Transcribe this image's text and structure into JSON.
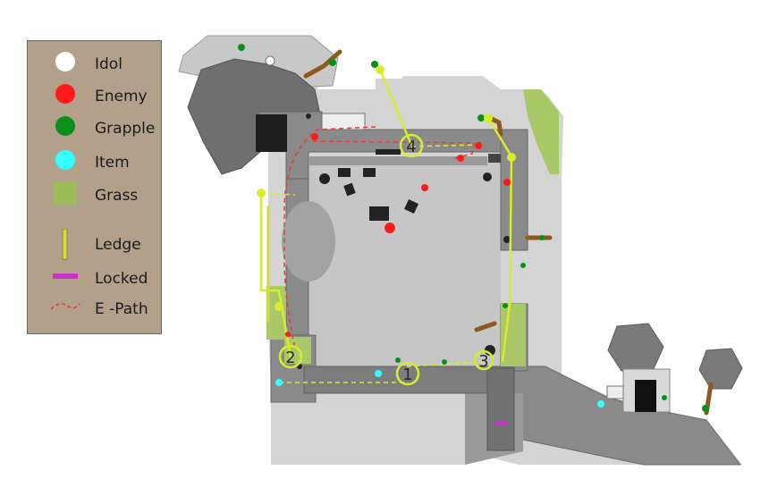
{
  "legend": {
    "items": [
      {
        "key": "idol",
        "label": "Idol",
        "symbol": "circle",
        "color": "#ffffff"
      },
      {
        "key": "enemy",
        "label": "Enemy",
        "symbol": "circle",
        "color": "#ff1a1a"
      },
      {
        "key": "grapple",
        "label": "Grapple",
        "symbol": "circle",
        "color": "#0a8f1a"
      },
      {
        "key": "item",
        "label": "Item",
        "symbol": "circle",
        "color": "#33ffff"
      },
      {
        "key": "grass",
        "label": "Grass",
        "symbol": "square",
        "color": "#9cbc5b"
      },
      {
        "key": "ledge",
        "label": "Ledge",
        "symbol": "vertical-bar",
        "color": "#d4d94a"
      },
      {
        "key": "locked",
        "label": "Locked",
        "symbol": "horizontal-bar",
        "color": "#c833c8"
      },
      {
        "key": "epath",
        "label": "E -Path",
        "symbol": "dashed-curve",
        "color": "#e04040"
      }
    ]
  },
  "checkpoints": [
    "1",
    "2",
    "3",
    "4"
  ],
  "colors": {
    "highlight": "#d8ec2e",
    "wall": "#7d7d7d",
    "floor": "#c9c9c9",
    "dark": "#5a5a5a"
  }
}
